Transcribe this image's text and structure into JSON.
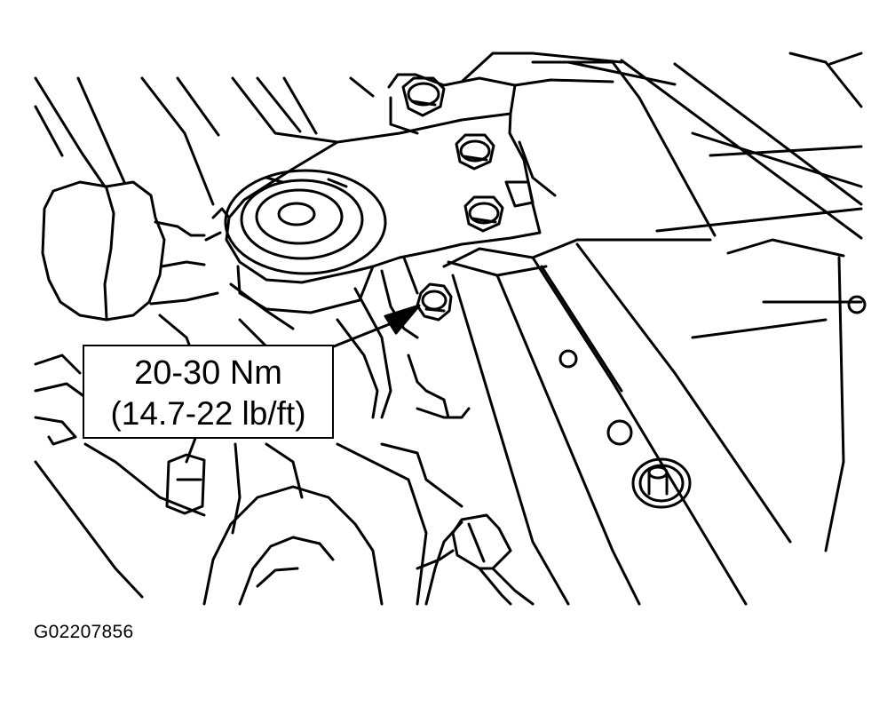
{
  "illustration": {
    "subject": "bolt"
  },
  "callout": {
    "torque_nm": "20-30 Nm",
    "torque_lbft": "(14.7-22 lb/ft)"
  },
  "figure": {
    "id": "G02207856"
  },
  "colors": {
    "line": "#000000",
    "background": "#ffffff"
  }
}
